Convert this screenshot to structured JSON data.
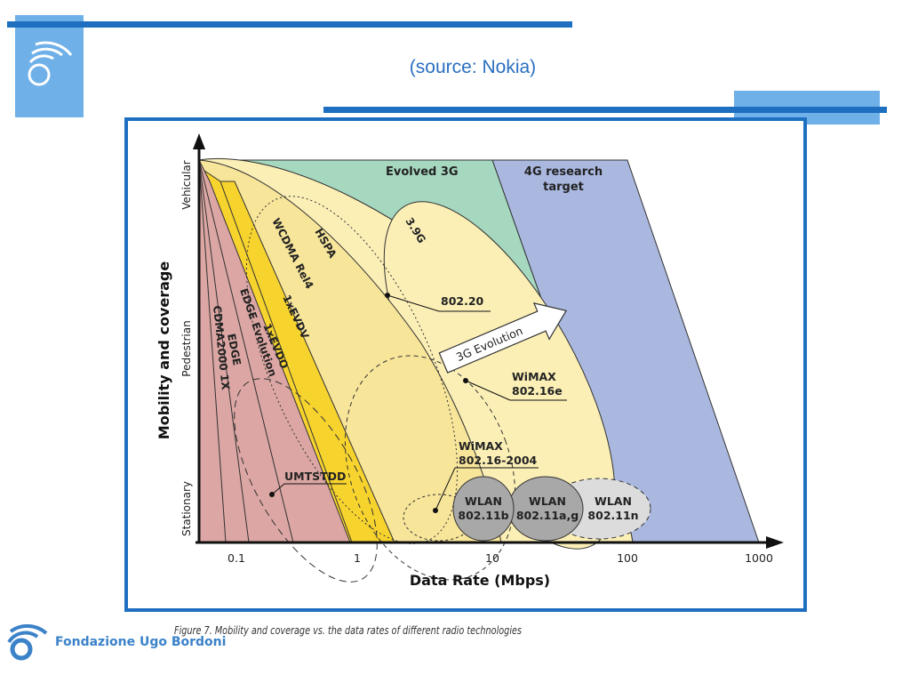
{
  "slide": {
    "source_caption": "(source: Nokia)",
    "figure_caption": "Figure 7. Mobility and coverage vs. the data rates of different radio technologies",
    "organization": "Fondazione Ugo Bordoni",
    "accent_color": "#1e6fc0",
    "light_accent_color": "#6fb0e8"
  },
  "diagram": {
    "y_axis_title": "Mobility and coverage",
    "y_ticks": [
      "Vehicular",
      "Pedestrian",
      "Stationary"
    ],
    "x_axis_title": "Data Rate (Mbps)",
    "x_ticks": [
      "0.1",
      "1",
      "10",
      "100",
      "1000"
    ],
    "regions": {
      "evolved_3g": "Evolved 3G",
      "research_4g_line1": "4G research",
      "research_4g_line2": "target",
      "g39": "3.9G",
      "hspa": "HSPA",
      "wcdma": "WCDMA Rel4",
      "evdv": "1xEVDV",
      "evdo": "1xEVDO",
      "edge_evolution": "EDGE Evolution",
      "edge": "EDGE",
      "cdma": "CDMA2000 1X",
      "umtstdd": "UMTSTDD",
      "i80220": "802.20",
      "evolution_arrow": "3G Evolution",
      "wimax16e_line1": "WiMAX",
      "wimax16e_line2": "802.16e",
      "wimax2004_line1": "WiMAX",
      "wimax2004_line2": "802.16-2004",
      "wlan_b_line1": "WLAN",
      "wlan_b_line2": "802.11b",
      "wlan_ag_line1": "WLAN",
      "wlan_ag_line2": "802.11a,g",
      "wlan_n_line1": "WLAN",
      "wlan_n_line2": "802.11n"
    },
    "colors": {
      "evolved_3g": "#a6d8c0",
      "research_4g": "#aab8e0",
      "yellow_light": "#fbefb6",
      "yellow_dark": "#f7d32e",
      "pink": "#dba6a3",
      "wlan_gray": "#a8a8a8",
      "wlan_light": "#dcdcdc"
    }
  }
}
